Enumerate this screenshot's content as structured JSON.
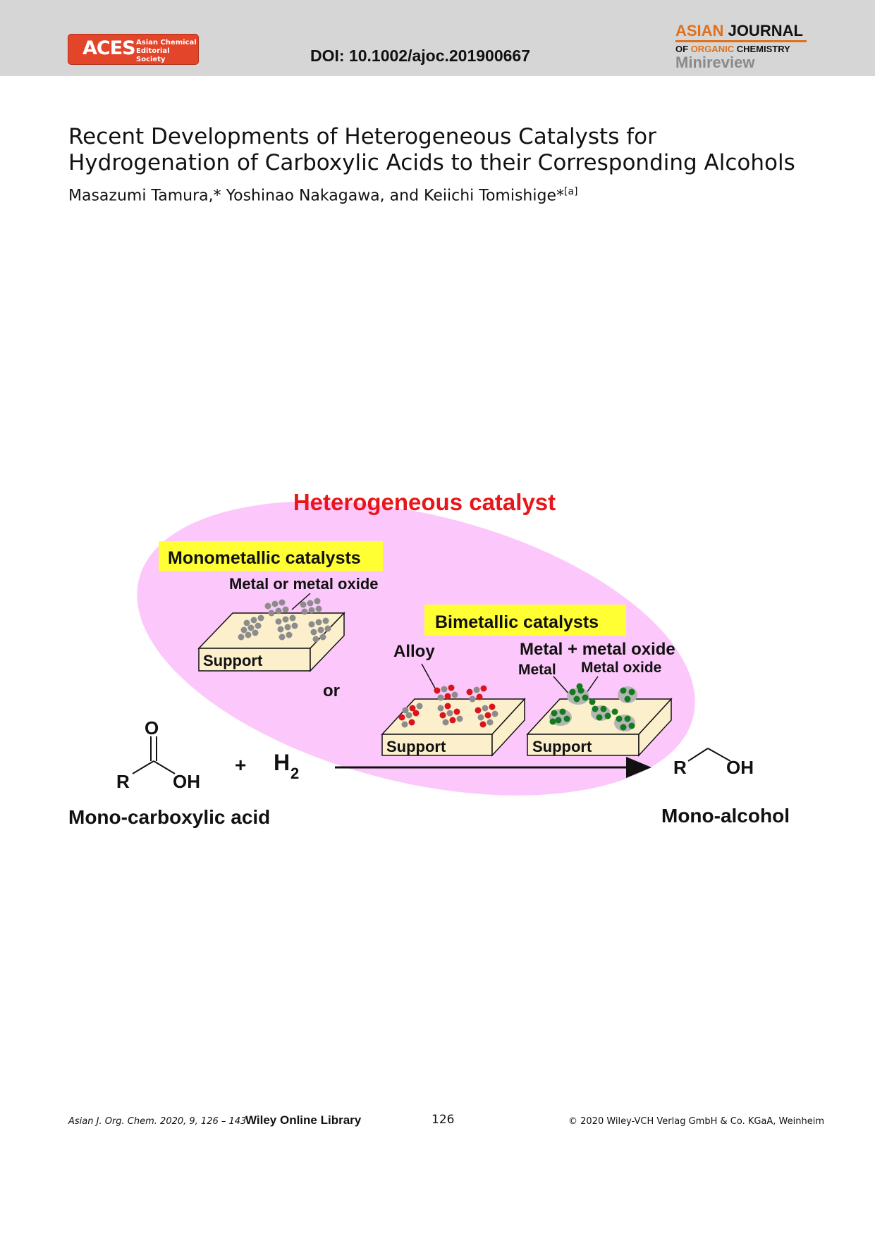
{
  "header": {
    "aces_logo": {
      "main": "ACES",
      "line1": "Asian Chemical",
      "line2": "Editorial Society"
    },
    "doi": "DOI: 10.1002/ajoc.201900667",
    "journal": {
      "asian": "ASIAN",
      "journal": "JOURNAL",
      "of": "OF",
      "organic": "ORGANIC",
      "chemistry": "CHEMISTRY",
      "type": "Minireview"
    }
  },
  "article": {
    "title_line1": "Recent Developments of Heterogeneous Catalysts for",
    "title_line2": "Hydrogenation of Carboxylic Acids to their Corresponding Alcohols",
    "authors": "Masazumi Tamura,* Yoshinao Nakagawa, and Keiichi Tomishige*",
    "authors_affil": "[a]"
  },
  "figure": {
    "heading": "Heterogeneous catalyst",
    "mono_box": "Monometallic  catalysts",
    "mono_label": "Metal or metal oxide",
    "support": "Support",
    "or": "or",
    "bi_box": "Bimetallic  catalysts",
    "alloy": "Alloy",
    "metal_plus_oxide": "Metal + metal oxide",
    "metal": "Metal",
    "metal_oxide": "Metal oxide",
    "reactant_o": "O",
    "reactant_r": "R",
    "reactant_oh": "OH",
    "plus": "+",
    "h2_h": "H",
    "h2_sub": "2",
    "product_r": "R",
    "product_oh": "OH",
    "reactant_label": "Mono-carboxylic acid",
    "product_label": "Mono-alcohol",
    "colors": {
      "ellipse": "#fcc8fb",
      "heading": "#e8151a",
      "box": "#ffff33",
      "support": "#fbefcc",
      "grey_particle": "#8c8c8c",
      "red_particle": "#d9141c",
      "green_particle": "#137a1f",
      "oxide_blob": "#b5b5b5"
    }
  },
  "footer": {
    "citation": "Asian J. Org. Chem. 2020, 9, 126 – 143",
    "wiley": "Wiley Online Library",
    "page": "126",
    "copyright": "© 2020 Wiley-VCH Verlag GmbH & Co. KGaA, Weinheim"
  }
}
